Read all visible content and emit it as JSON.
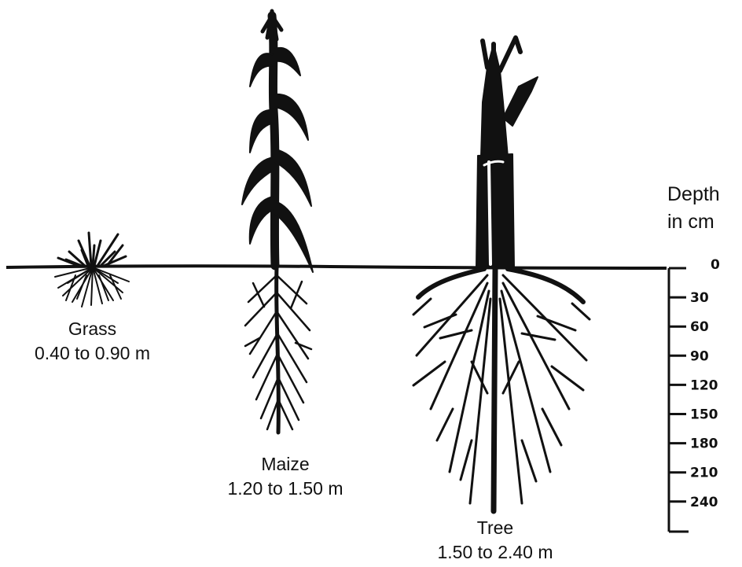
{
  "plants": [
    {
      "name": "Grass",
      "range": "0.40 to 0.90 m"
    },
    {
      "name": "Maize",
      "range": "1.20 to 1.50 m"
    },
    {
      "name": "Tree",
      "range": "1.50 to 2.40 m"
    }
  ],
  "depth_scale": {
    "title_line1": "Depth",
    "title_line2": "in cm",
    "ticks": [
      "0",
      "30",
      "60",
      "90",
      "120",
      "150",
      "180",
      "210",
      "240"
    ]
  }
}
